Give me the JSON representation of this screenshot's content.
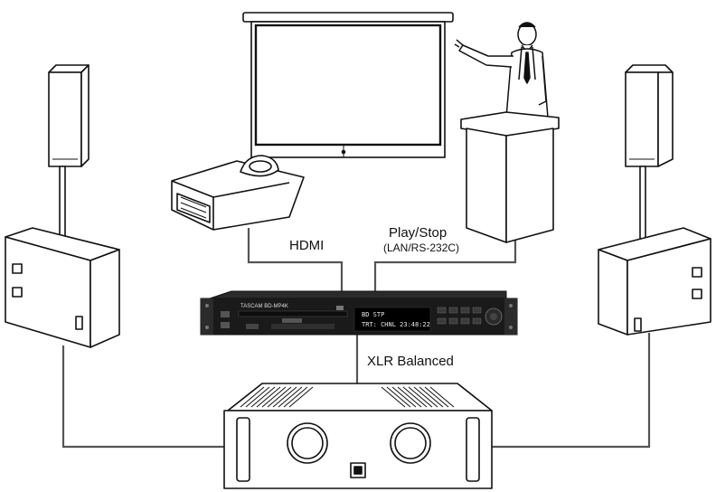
{
  "connections": {
    "hdmi_label": "HDMI",
    "control_label": "Play/Stop",
    "control_sub_label": "(LAN/RS-232C)",
    "audio_label": "XLR Balanced"
  },
  "player": {
    "brand_text": "TASCAM BD-MP4K",
    "display_line1": "BD   STP",
    "display_line2": "TRT: CHNL 23:48:22"
  },
  "colors": {
    "line": "#111111",
    "cable": "#555555",
    "player_body": "#1a1a1a",
    "display": "#000000"
  },
  "icons": {
    "projector": "projector-icon",
    "screen": "projection-screen-icon",
    "presenter": "presenter-icon",
    "speaker": "speaker-icon",
    "amplifier": "amplifier-icon"
  }
}
